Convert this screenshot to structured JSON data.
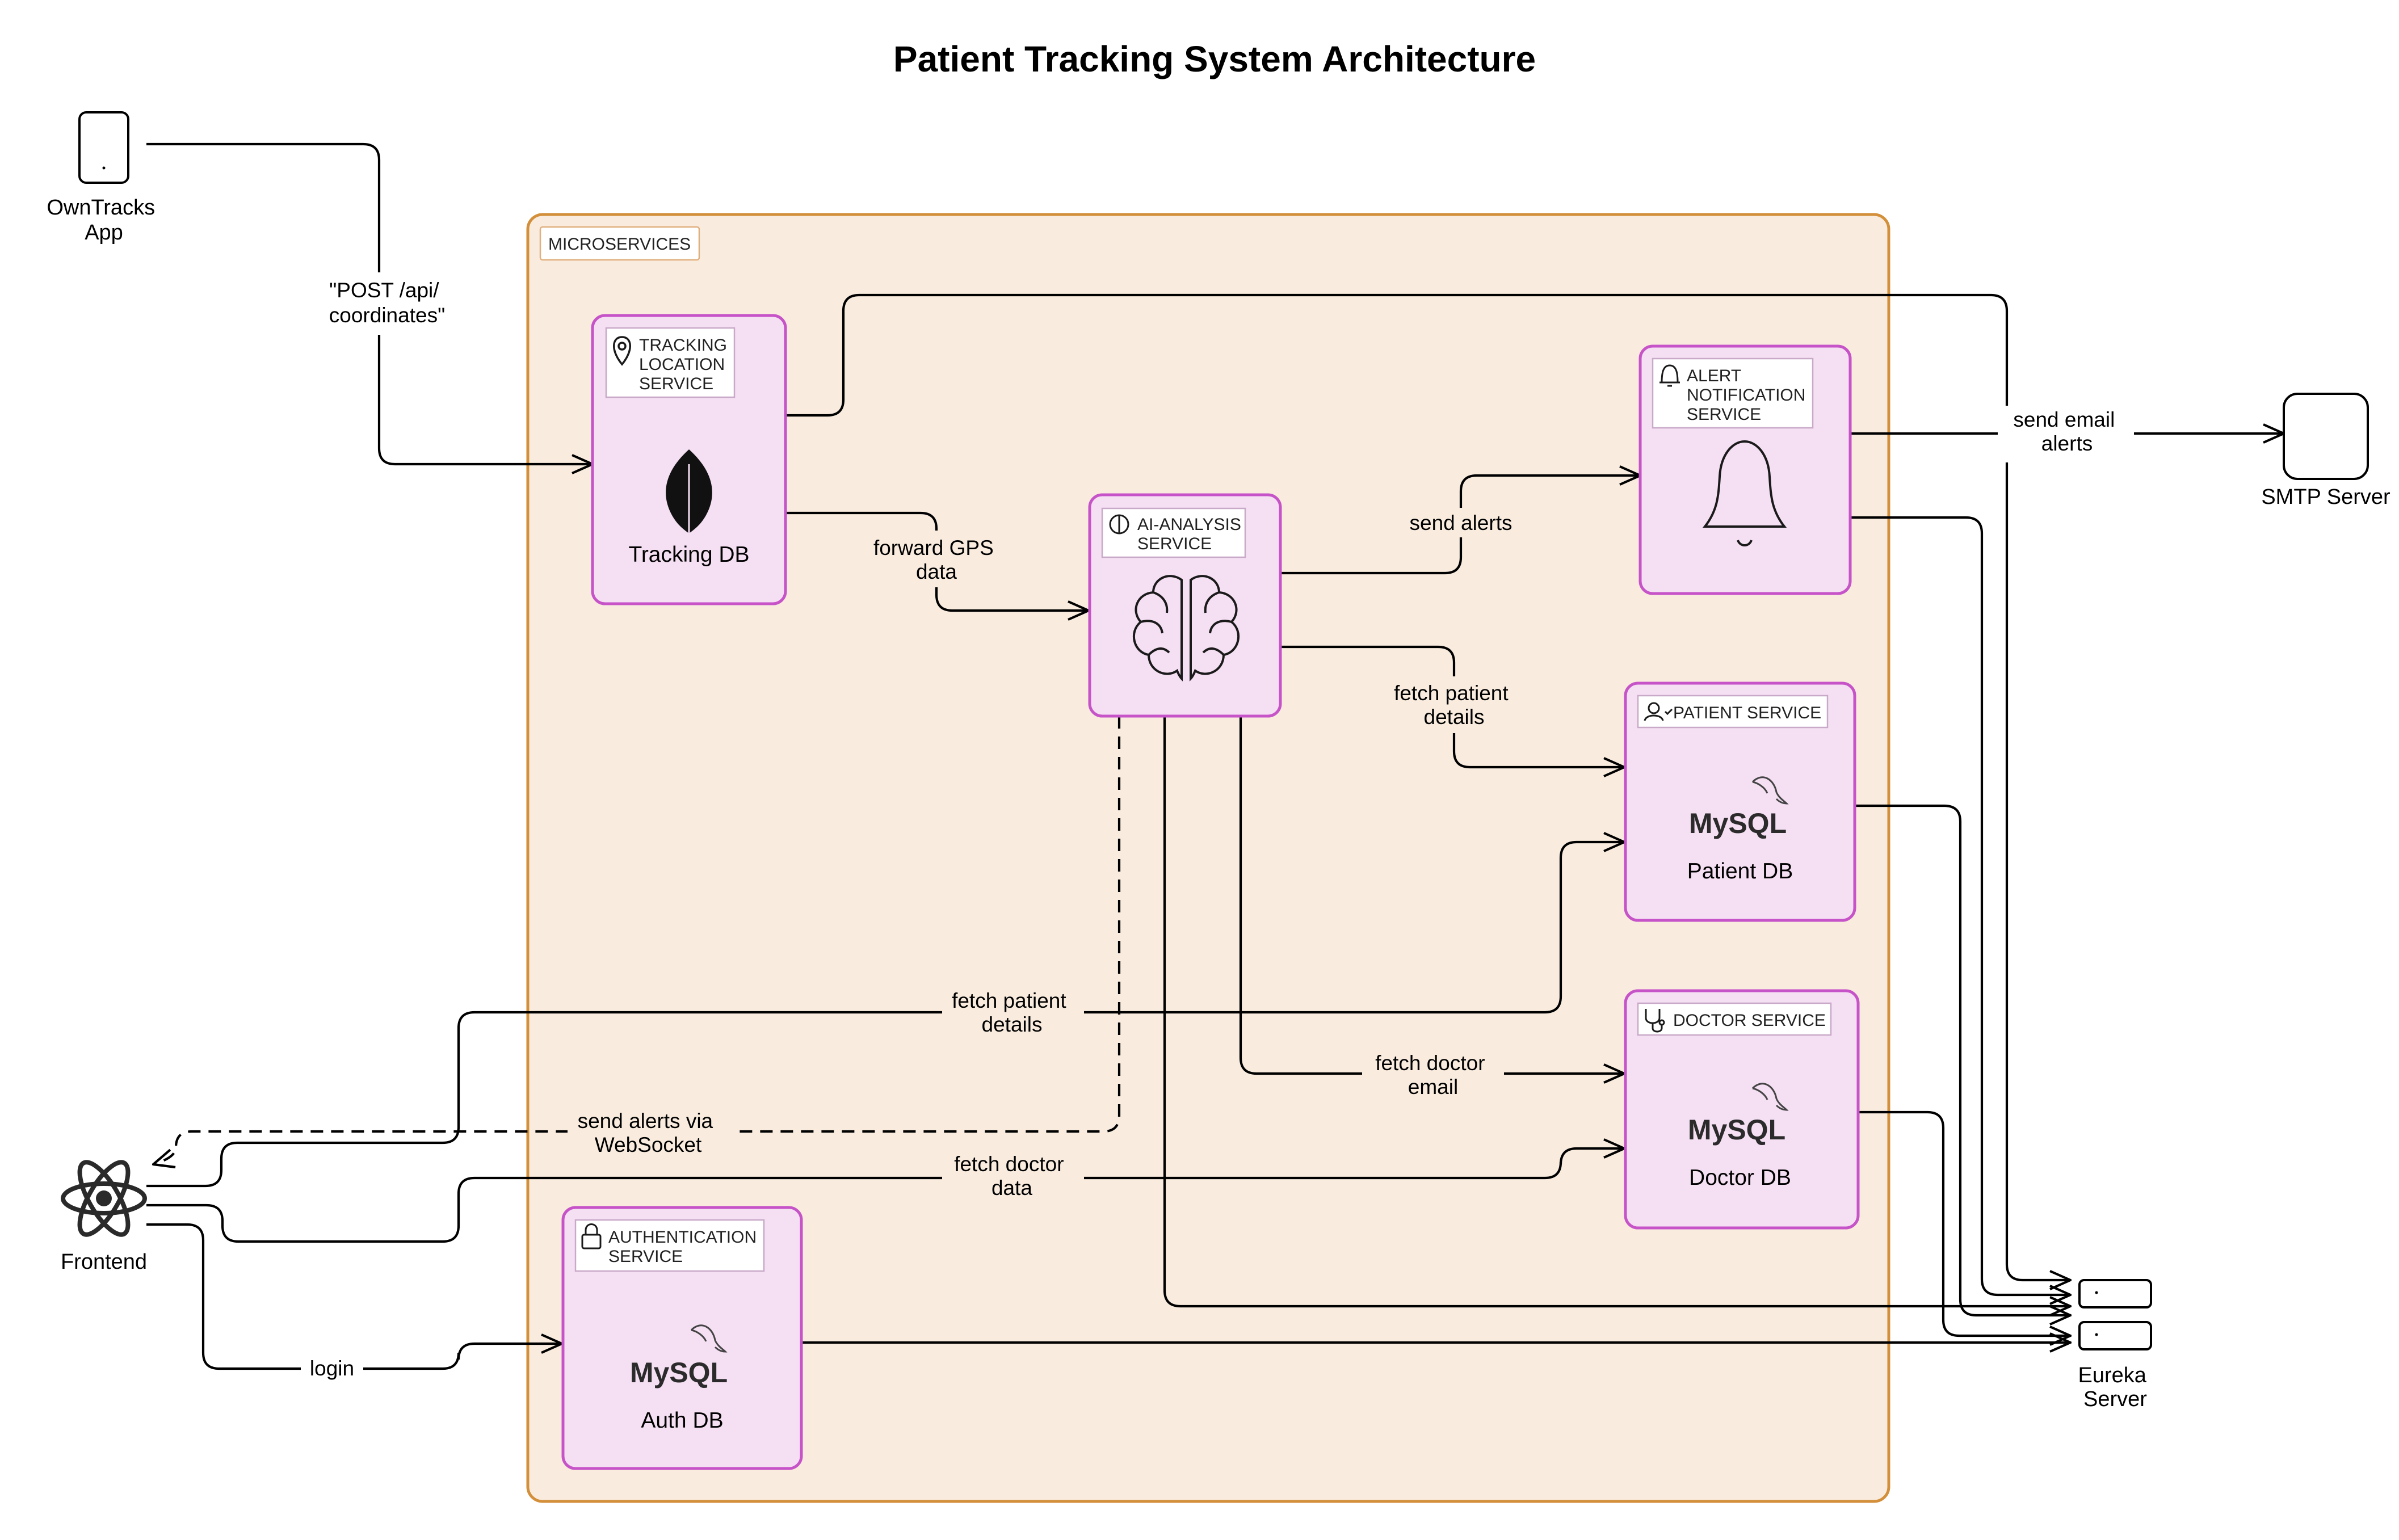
{
  "title": "Patient Tracking System Architecture",
  "colors": {
    "container_fill": "#f9ecde",
    "container_stroke": "#d38f3a",
    "service_fill": "#f5dff3",
    "service_stroke": "#c653c8",
    "edge": "#000000"
  },
  "container": {
    "label": "MICROSERVICES"
  },
  "external": {
    "owntracks": {
      "label": "OwnTracks App",
      "icon": "phone-icon"
    },
    "frontend": {
      "label": "Frontend",
      "icon": "react-icon"
    },
    "smtp": {
      "label": "SMTP Server"
    },
    "eureka": {
      "label": "Eureka Server"
    }
  },
  "services": {
    "tracking": {
      "title": "TRACKING LOCATION SERVICE",
      "title_lines": [
        "TRACKING",
        "LOCATION",
        "SERVICE"
      ],
      "db": "Tracking DB",
      "icon": "location-pin-icon",
      "db_icon": "mongodb-leaf-icon"
    },
    "ai": {
      "title": "AI-ANALYSIS SERVICE",
      "title_lines": [
        "AI-ANALYSIS",
        "SERVICE"
      ],
      "icon": "brain-icon"
    },
    "alert": {
      "title": "ALERT NOTIFICATION SERVICE",
      "title_lines": [
        "ALERT",
        "NOTIFICATION",
        "SERVICE"
      ],
      "icon": "bell-icon"
    },
    "patient": {
      "title": "PATIENT SERVICE",
      "db_brand": "MySQL",
      "db": "Patient DB",
      "icon": "user-icon"
    },
    "doctor": {
      "title": "DOCTOR SERVICE",
      "db_brand": "MySQL",
      "db": "Doctor DB",
      "icon": "stethoscope-icon"
    },
    "auth": {
      "title": "AUTHENTICATION SERVICE",
      "title_lines": [
        "AUTHENTICATION",
        "SERVICE"
      ],
      "db_brand": "MySQL",
      "db": "Auth DB",
      "icon": "lock-icon"
    }
  },
  "edges": {
    "post_coordinates": [
      "\"POST /api/",
      "coordinates\""
    ],
    "forward_gps": [
      "forward GPS",
      "data"
    ],
    "send_alerts": [
      "send alerts"
    ],
    "fetch_patient_ai": [
      "fetch patient",
      "details"
    ],
    "fetch_doctor_email": [
      "fetch doctor",
      "email"
    ],
    "send_email_alerts": [
      "send email",
      "alerts"
    ],
    "fetch_patient_frontend": [
      "fetch patient",
      "details"
    ],
    "send_alerts_ws": [
      "send alerts via",
      "WebSocket"
    ],
    "fetch_doctor_frontend": [
      "fetch doctor",
      "data"
    ],
    "login": [
      "login"
    ]
  }
}
